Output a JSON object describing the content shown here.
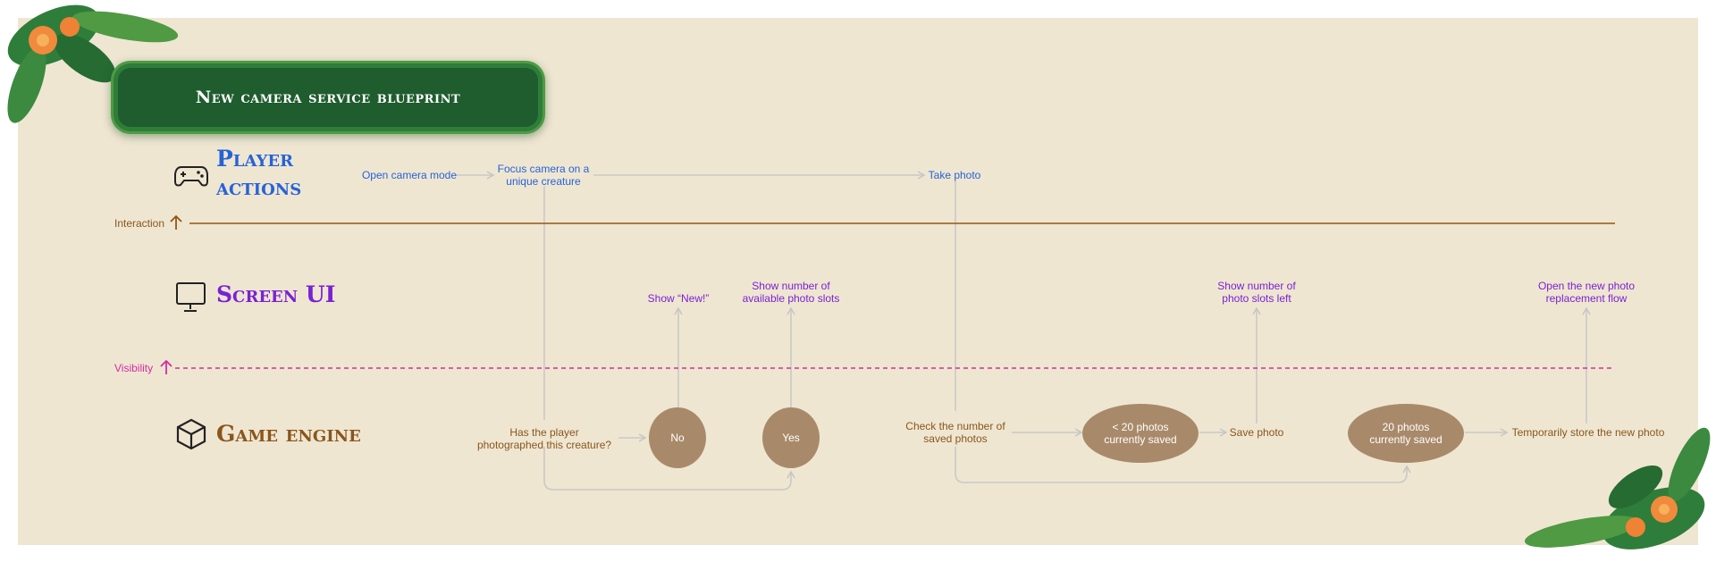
{
  "banner": {
    "title": "New camera service blueprint"
  },
  "lanes": {
    "player": {
      "title": "Player actions"
    },
    "screen": {
      "title": "Screen UI"
    },
    "engine": {
      "title": "Game engine"
    }
  },
  "lines": {
    "interaction": "Interaction",
    "visibility": "Visibility"
  },
  "player_actions": {
    "open_camera": "Open camera mode",
    "focus_line1": "Focus camera on a",
    "focus_line2": "unique creature",
    "take_photo": "Take photo"
  },
  "screen_ui": {
    "show_new": "Show “New!”",
    "slots_available_line1": "Show number of",
    "slots_available_line2": "available photo slots",
    "slots_left_line1": "Show number of",
    "slots_left_line2": "photo slots left",
    "replacement_line1": "Open the new photo",
    "replacement_line2": "replacement flow"
  },
  "game_engine": {
    "has_player_line1": "Has the player",
    "has_player_line2": "photographed this creature?",
    "no": "No",
    "yes": "Yes",
    "check_line1": "Check the number of",
    "check_line2": "saved photos",
    "under20_line1": "< 20 photos",
    "under20_line2": "currently saved",
    "save_photo": "Save photo",
    "eq20_line1": "20 photos",
    "eq20_line2": "currently saved",
    "temp_store": "Temporarily store the new photo"
  },
  "colors": {
    "player": "#2663d6",
    "screen": "#7a22d3",
    "engine": "#8a561c",
    "visibility": "#d12ea0",
    "pill": "#a88a6a",
    "board": "#efe6d2"
  }
}
